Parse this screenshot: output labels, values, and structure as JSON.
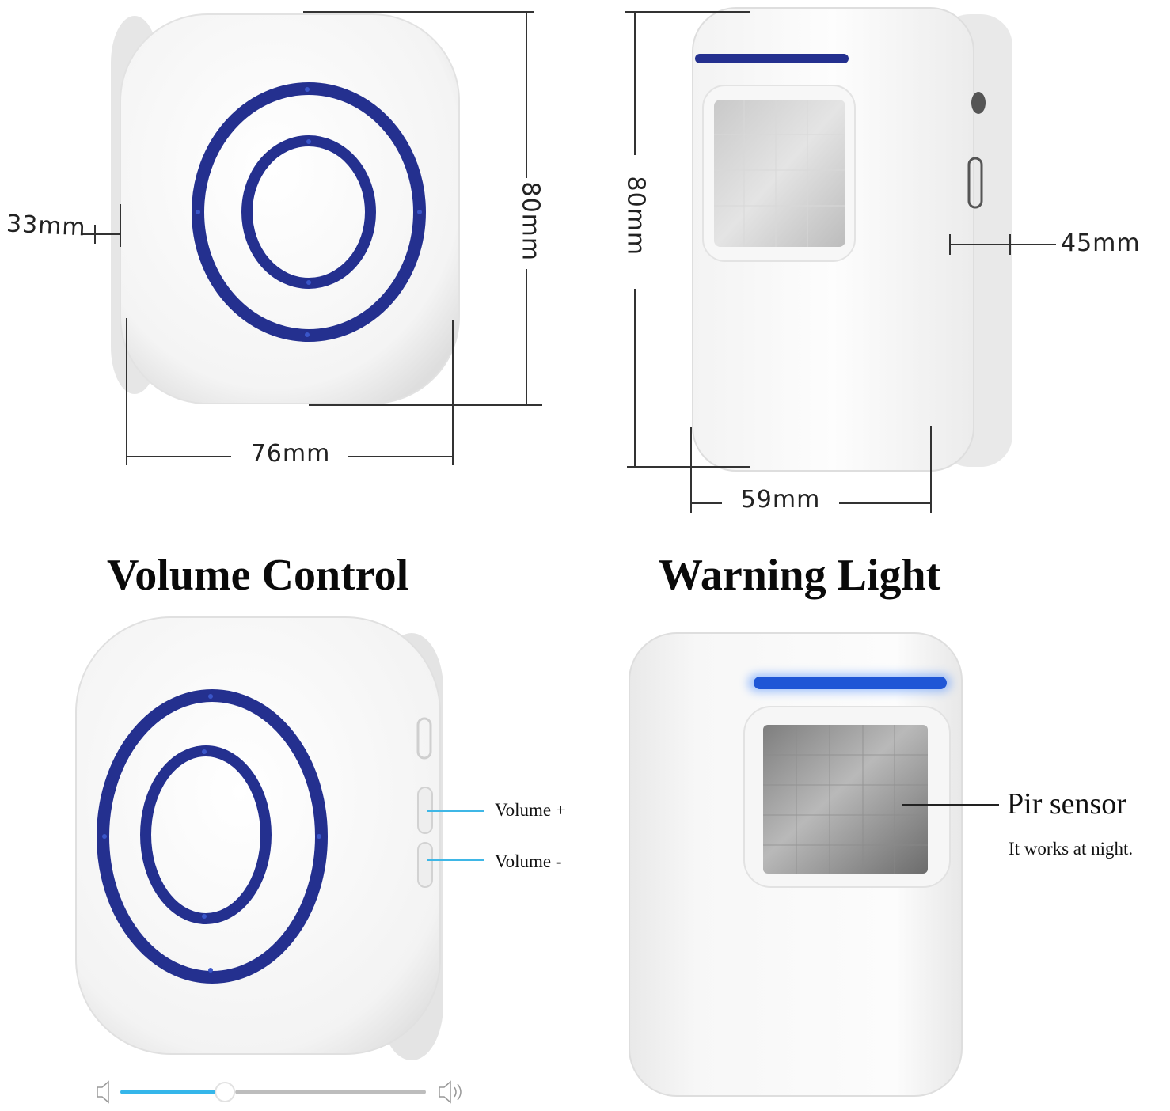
{
  "top_left": {
    "depth_label": "33mm",
    "height_label": "80mm",
    "width_label": "76mm"
  },
  "top_right": {
    "height_label": "80mm",
    "depth_label": "45mm",
    "width_label": "59mm"
  },
  "volume_section": {
    "title": "Volume Control",
    "volume_up_label": "Volume +",
    "volume_down_label": "Volume -",
    "volume_level_percent": 34
  },
  "warning_section": {
    "title": "Warning Light",
    "sensor_label": "Pir sensor",
    "sensor_note": "It works at night."
  },
  "colors": {
    "ring_blue": "#24308f",
    "led_glow": "#1f56d6",
    "callout_line": "#3fb7e6",
    "slider_fill": "#35b6ea",
    "slider_track": "#bdbdbd"
  },
  "icons": [
    "speaker-mute-icon",
    "speaker-loud-icon"
  ]
}
